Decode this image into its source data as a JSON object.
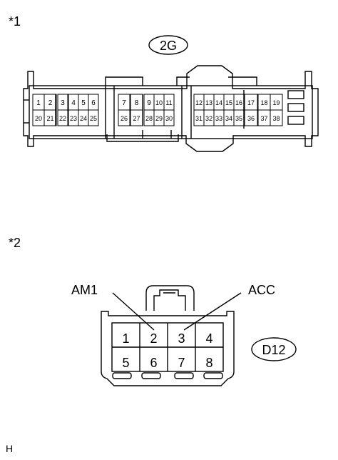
{
  "figure1": {
    "marker": "*1",
    "connector_code": "2G",
    "pins": [
      {
        "label": "1"
      },
      {
        "label": "2"
      },
      {
        "label": "3"
      },
      {
        "label": "4"
      },
      {
        "label": "5"
      },
      {
        "label": "6"
      },
      {
        "label": "20"
      },
      {
        "label": "21"
      },
      {
        "label": "22"
      },
      {
        "label": "23"
      },
      {
        "label": "24"
      },
      {
        "label": "25"
      },
      {
        "label": "7"
      },
      {
        "label": "8"
      },
      {
        "label": "9"
      },
      {
        "label": "10"
      },
      {
        "label": "11"
      },
      {
        "label": "26"
      },
      {
        "label": "27"
      },
      {
        "label": "28"
      },
      {
        "label": "29"
      },
      {
        "label": "30"
      },
      {
        "label": "12"
      },
      {
        "label": "13"
      },
      {
        "label": "14"
      },
      {
        "label": "15"
      },
      {
        "label": "16"
      },
      {
        "label": "17"
      },
      {
        "label": "18"
      },
      {
        "label": "19"
      },
      {
        "label": "31"
      },
      {
        "label": "32"
      },
      {
        "label": "33"
      },
      {
        "label": "34"
      },
      {
        "label": "35"
      },
      {
        "label": "36"
      },
      {
        "label": "37"
      },
      {
        "label": "38"
      }
    ]
  },
  "figure2": {
    "marker": "*2",
    "connector_code": "D12",
    "callouts": [
      "AM1",
      "ACC"
    ],
    "pins": [
      {
        "label": "1"
      },
      {
        "label": "2"
      },
      {
        "label": "3"
      },
      {
        "label": "4"
      },
      {
        "label": "5"
      },
      {
        "label": "6"
      },
      {
        "label": "7"
      },
      {
        "label": "8"
      }
    ]
  },
  "footer": "H"
}
